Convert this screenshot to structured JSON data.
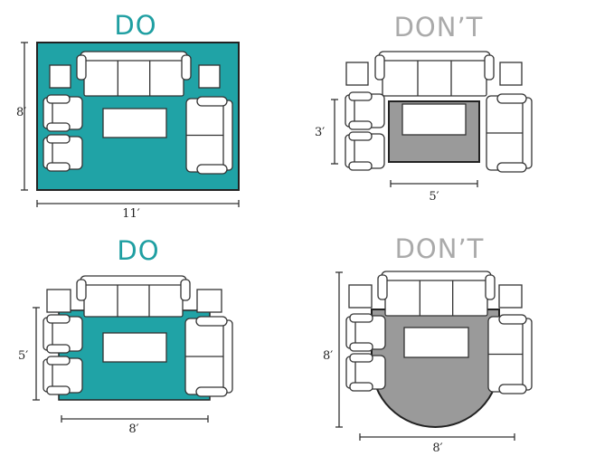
{
  "panels": [
    {
      "title": "DO",
      "rug_color": "#20a3a6",
      "dims": {
        "vertical": "8′",
        "horizontal": "11′"
      }
    },
    {
      "title": "DON’T",
      "rug_color": "#9a9a9a",
      "dims": {
        "vertical": "3′",
        "horizontal": "5′"
      }
    },
    {
      "title": "DO",
      "rug_color": "#20a3a6",
      "dims": {
        "vertical": "5′",
        "horizontal": "8′"
      }
    },
    {
      "title": "DON’T",
      "rug_color": "#9a9a9a",
      "dims": {
        "vertical": "8′",
        "horizontal": "8′"
      }
    }
  ],
  "colors": {
    "do": "#1f9fa2",
    "dont": "#aaaaaa"
  }
}
